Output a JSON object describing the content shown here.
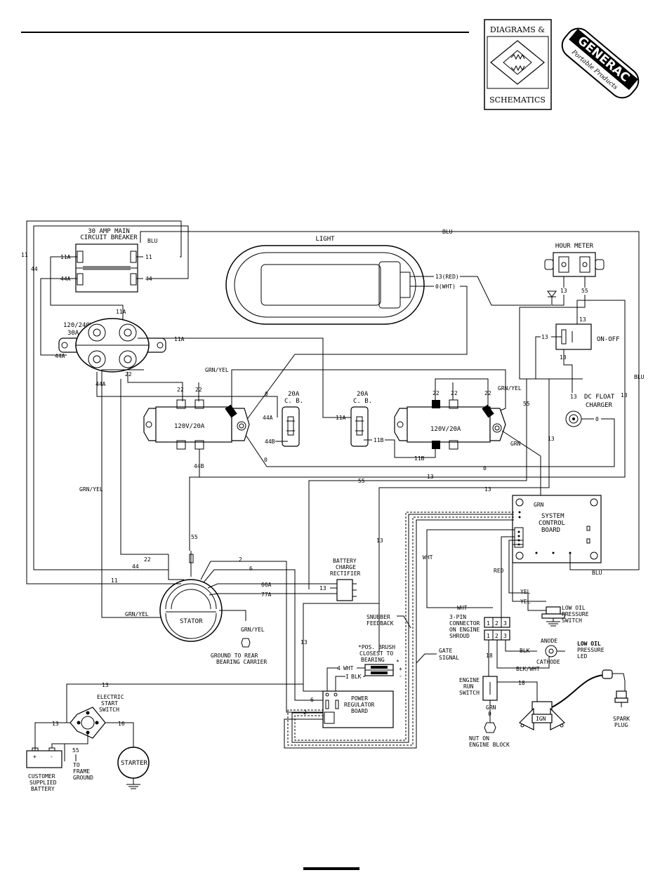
{
  "logo": {
    "diagrams_line1": "DIAGRAMS &",
    "diagrams_line2": "SCHEMATICS",
    "brand": "GENERAC",
    "brand_sub": "Portable Products"
  },
  "components": {
    "breaker_title1": "30 AMP MAIN",
    "breaker_title2": "CIRCUIT BREAKER",
    "light": "LIGHT",
    "hour_meter": "HOUR METER",
    "onoff": "ON-OFF",
    "dc_float1": "DC FLOAT",
    "dc_float2": "CHARGER",
    "outlet_240_1": "120/240V",
    "outlet_240_2": "30A",
    "receptacle_left": "120V/20A",
    "receptacle_right": "120V/20A",
    "cb_left1": "20A",
    "cb_left2": "C. B.",
    "cb_right1": "20A",
    "cb_right2": "C. B.",
    "scb1": "SYSTEM",
    "scb2": "CONTROL",
    "scb3": "BOARD",
    "rect1": "BATTERY",
    "rect2": "CHARGE",
    "rect3": "RECTIFIER",
    "stator": "STATOR",
    "ground1": "GROUND TO REAR",
    "ground2": "BEARING CARRIER",
    "snubber1": "SNUBBER",
    "snubber2": "FEEDBACK",
    "gate1": "GATE",
    "gate2": "SIGNAL",
    "brush1": "*POS. BRUSH",
    "brush2": "CLOSEST TO",
    "brush3": "BEARING",
    "prb1": "POWER",
    "prb2": "REGULATOR",
    "prb3": "BOARD",
    "estart1": "ELECTRIC",
    "estart2": "START",
    "estart3": "SWITCH",
    "starter": "STARTER",
    "battery1": "CUSTOMER",
    "battery2": "SUPPLIED",
    "battery3": "BATTERY",
    "frame1": "TO",
    "frame2": "FRAME",
    "frame3": "GROUND",
    "conn1": "3-PIN",
    "conn2": "CONNECTOR",
    "conn3": "ON ENGINE",
    "conn4": "SHROUD",
    "lop1": "LOW OIL",
    "lop2": "PRESSURE",
    "lop3": "SWITCH",
    "anode": "ANODE",
    "cathode": "CATHODE",
    "led1": "LOW OIL",
    "led2": "PRESSURE",
    "led3": "LED",
    "ers1": "ENGINE",
    "ers2": "RUN",
    "ers3": "SWITCH",
    "nut1": "NUT ON",
    "nut2": "ENGINE BLOCK",
    "ign": "IGN",
    "spark1": "SPARK",
    "spark2": "PLUG"
  },
  "wires": {
    "w11": "11",
    "w44": "44",
    "w11A": "11A",
    "w44A": "44A",
    "w22": "22",
    "w0": "0",
    "w13": "13",
    "w55": "55",
    "w2": "2",
    "w6": "6",
    "w4": "4",
    "w1": "I",
    "w18": "18",
    "w11B": "11B",
    "w44B": "44B",
    "w66A": "66A",
    "w77A": "77A",
    "blu": "BLU",
    "grnyel": "GRN/YEL",
    "grn": "GRN",
    "wht": "WHT",
    "red": "RED",
    "yel": "YEL",
    "blk": "BLK",
    "blkwht": "BLK/WHT",
    "w13red": "13(RED)",
    "w0wht": "0(WHT)",
    "wht4": "WHT",
    "plus": "+",
    "minus": "-"
  }
}
